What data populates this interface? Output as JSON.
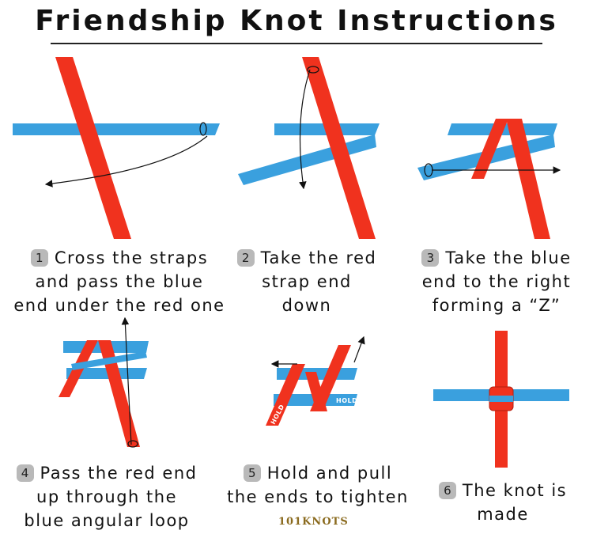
{
  "title": "Friendship Knot Instructions",
  "steps": [
    {
      "number": "1",
      "lines": [
        "Cross the straps",
        "and pass the blue",
        "end under the red one"
      ]
    },
    {
      "number": "2",
      "lines": [
        "Take the red",
        "strap end",
        "down"
      ]
    },
    {
      "number": "3",
      "lines": [
        "Take the blue",
        "end to the right",
        "forming a “Z”"
      ]
    },
    {
      "number": "4",
      "lines": [
        "Pass the red end",
        "up through the",
        "blue angular loop"
      ]
    },
    {
      "number": "5",
      "lines": [
        "Hold and pull",
        "the ends to tighten"
      ]
    },
    {
      "number": "6",
      "lines": [
        "The knot is",
        "made"
      ]
    }
  ],
  "hold_label": "HOLD",
  "logo": "101KNOTS",
  "colors": {
    "red_strap": "#f0321e",
    "blue_strap": "#3aa0de",
    "text": "#111111",
    "badge": "#b9b9b9"
  }
}
